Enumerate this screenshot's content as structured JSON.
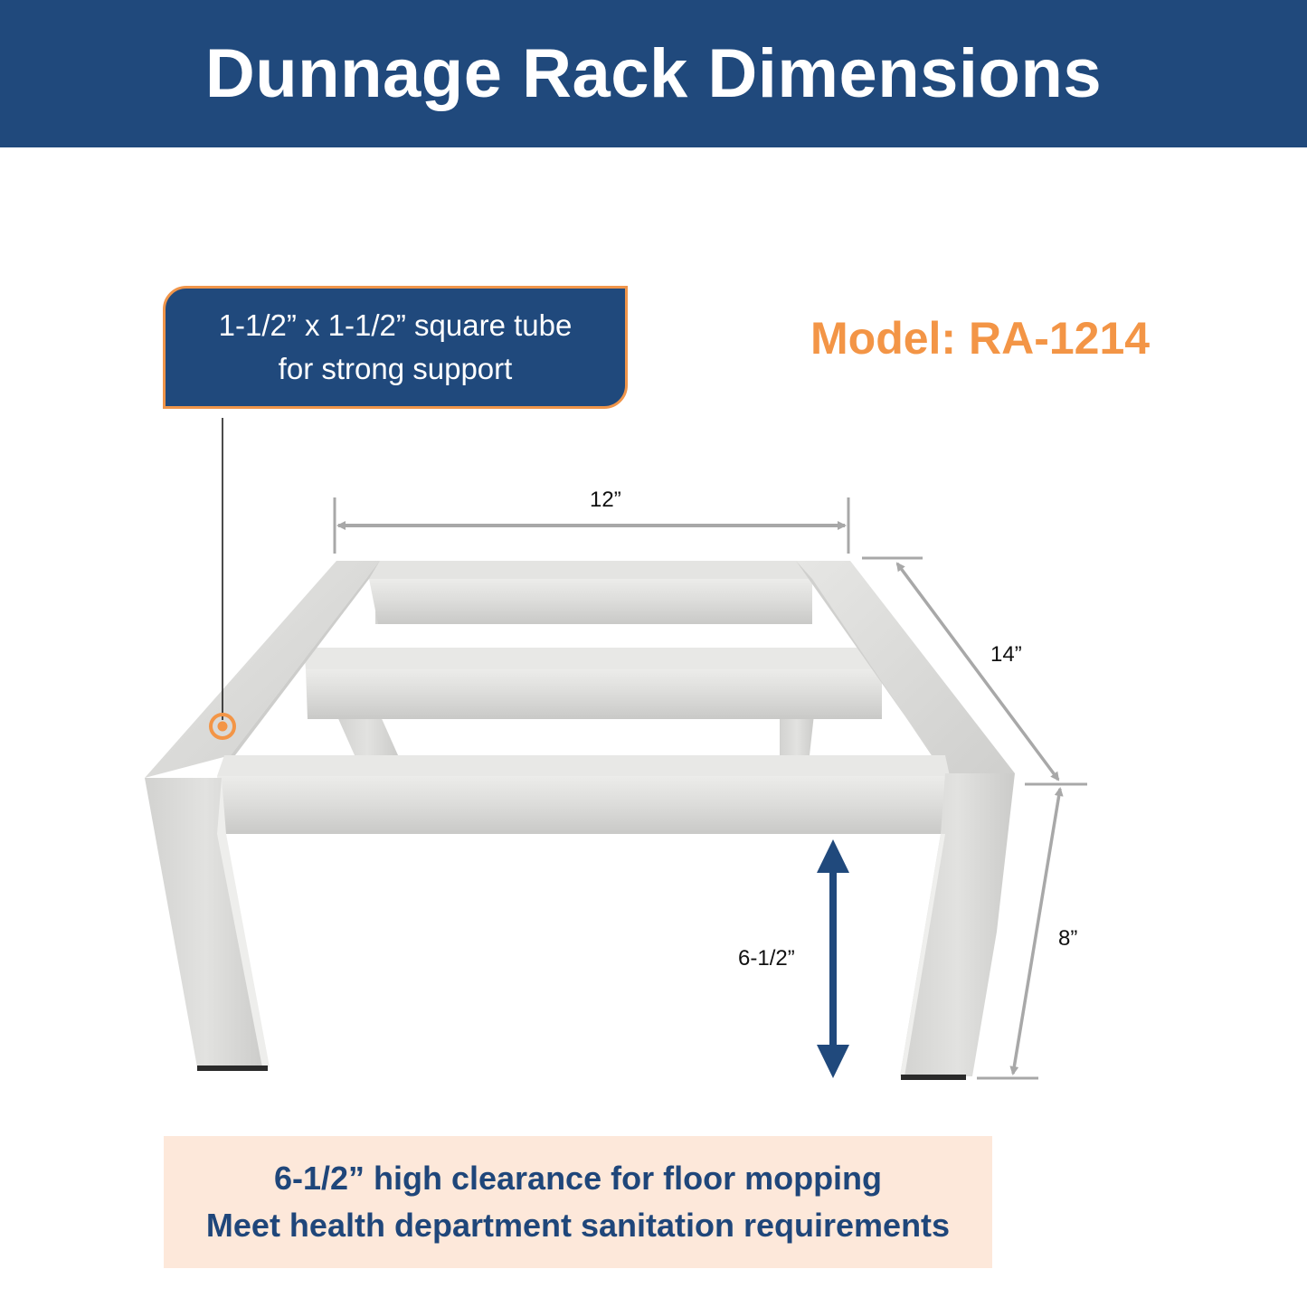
{
  "header": {
    "title": "Dunnage Rack Dimensions"
  },
  "callout": {
    "line1": "1-1/2” x 1-1/2” square tube",
    "line2": "for strong support"
  },
  "model": {
    "label": "Model: RA-1214"
  },
  "dimensions": {
    "width": "12”",
    "depth": "14”",
    "height": "8”",
    "clearance": "6-1/2”"
  },
  "banner": {
    "line1": "6-1/2” high clearance for floor mopping",
    "line2": "Meet health department sanitation requirements"
  },
  "colors": {
    "navy": "#20497c",
    "orange": "#f39546",
    "peach": "#fde8da",
    "dimension_gray": "#a8a8a8",
    "aluminum": "#d9d9d7"
  }
}
